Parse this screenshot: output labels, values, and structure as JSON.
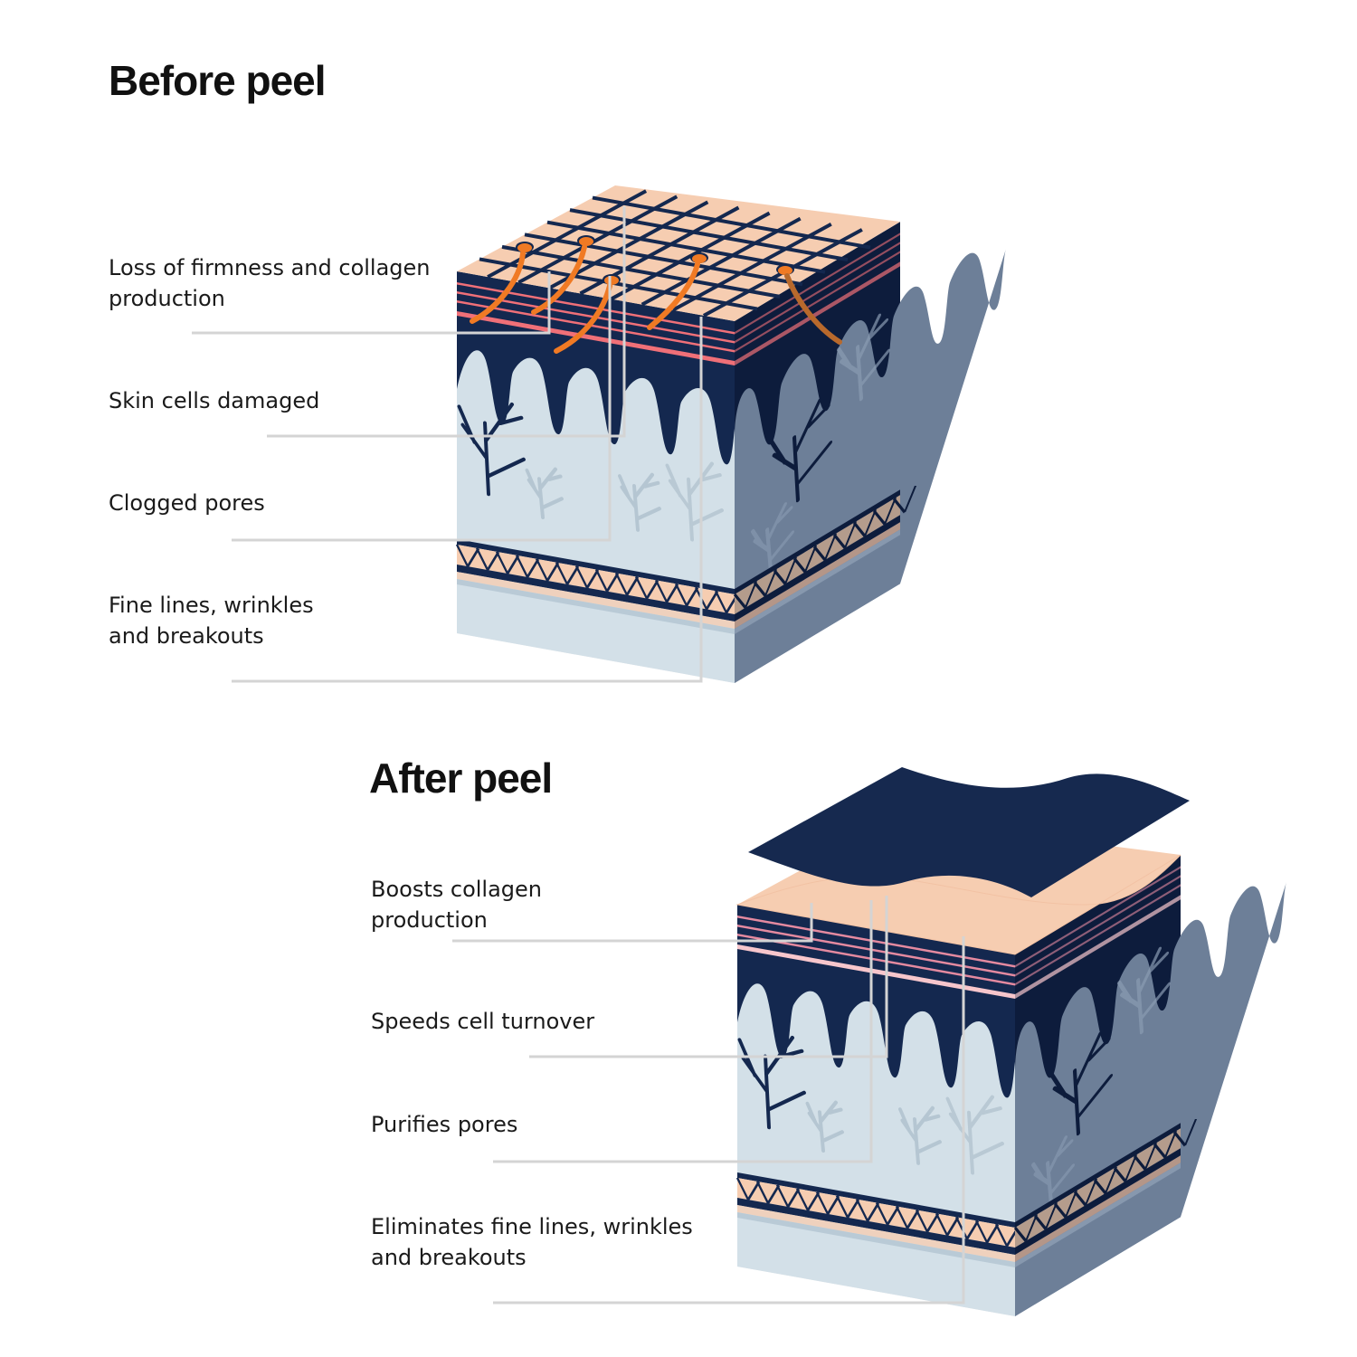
{
  "before": {
    "title": "Before peel",
    "labels": [
      "Loss of firmness and collagen production",
      "Skin cells damaged",
      "Clogged pores",
      "Fine lines, wrinkles and breakouts"
    ]
  },
  "after": {
    "title": "After peel",
    "labels": [
      "Boosts collagen production",
      "Speeds cell turnover",
      "Purifies pores",
      "Eliminates fine lines, wrinkles and breakouts"
    ]
  },
  "colors": {
    "navy": "#14284f",
    "navy_dark": "#0d1c3c",
    "peach": "#f6cdb1",
    "pink": "#f07078",
    "dermis": "#d3e0e8",
    "dermis_side": "#6d7f98",
    "base": "#e8e8e8",
    "base_side": "#7b8aa0",
    "orange": "#f07a24",
    "leader": "#d4d4d4"
  }
}
